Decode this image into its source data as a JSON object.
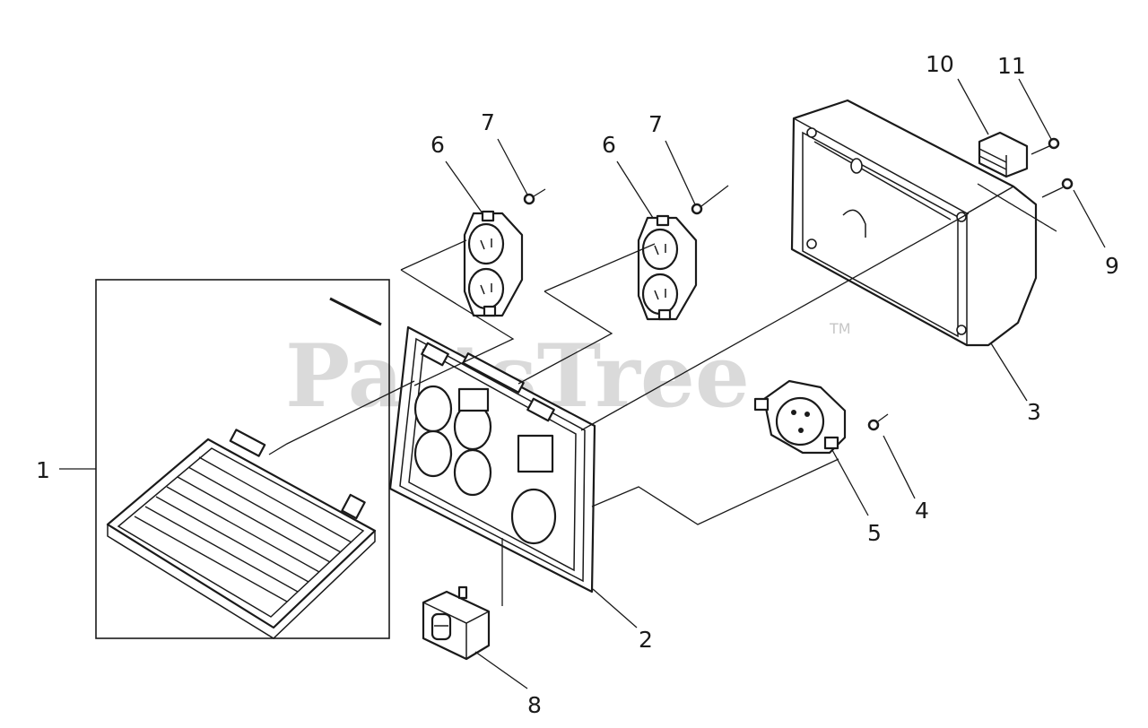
{
  "callouts": {
    "c1": "1",
    "c2": "2",
    "c3": "3",
    "c4": "4",
    "c5": "5",
    "c6a": "6",
    "c6b": "6",
    "c7a": "7",
    "c7b": "7",
    "c8": "8",
    "c9": "9",
    "c10": "10",
    "c11": "11"
  },
  "watermark": {
    "text": "PartsTree",
    "tm": "TM"
  }
}
